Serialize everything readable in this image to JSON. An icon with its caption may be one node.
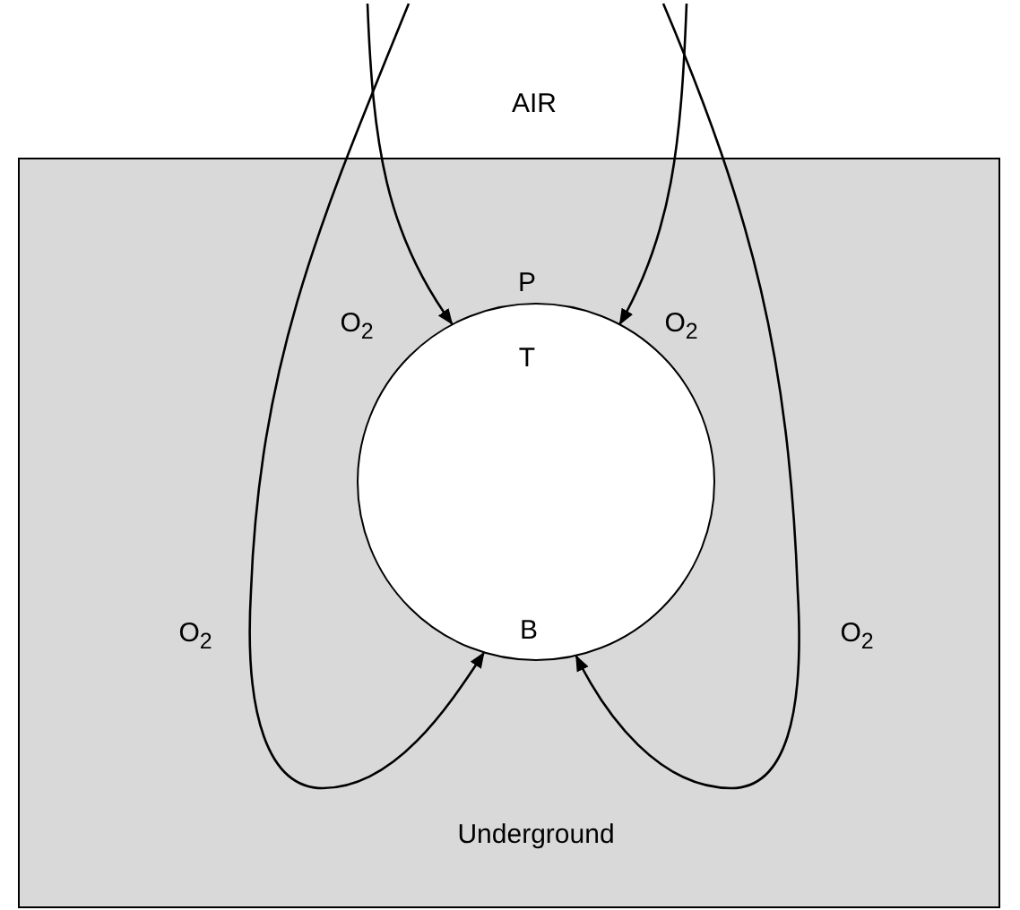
{
  "diagram": {
    "nodes": [
      {
        "text": [
          "Underground"
        ]
      },
      {
        "text": [
          "T",
          "B"
        ],
        "in": 0
      }
    ],
    "edges": [
      {
        "from": null,
        "to": 1,
        "arrow": "to"
      },
      {
        "from": null,
        "to": 1,
        "arrow": "to"
      },
      {
        "from": null,
        "to": 1,
        "arrow": "to"
      },
      {
        "from": null,
        "to": 1,
        "arrow": "to"
      }
    ],
    "labels": [
      "AIR",
      "P",
      "O$_{2}$",
      "O$_{2}$",
      "O$_{2}$",
      "O$_{2}$"
    ]
  }
}
